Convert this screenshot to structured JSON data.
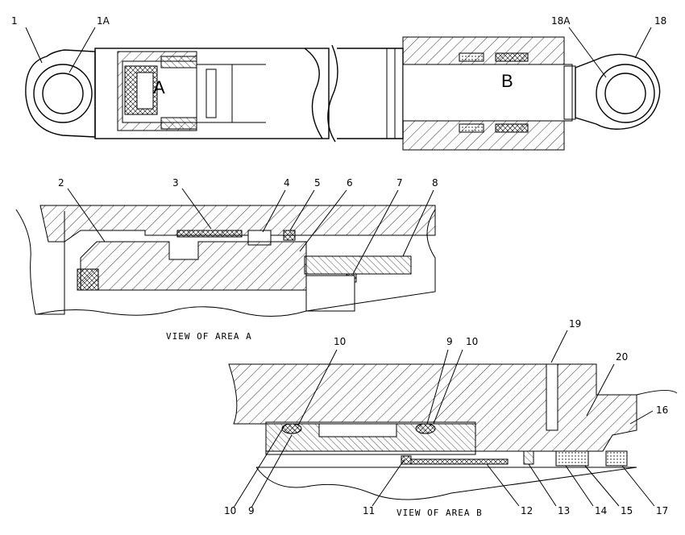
{
  "colors": {
    "ink": "#000000",
    "paper": "#ffffff"
  },
  "assembly": {
    "area_a_label": "A",
    "area_b_label": "B",
    "callouts": [
      "1",
      "1A",
      "18A",
      "18"
    ]
  },
  "view_a": {
    "caption": "VIEW OF AREA A",
    "callouts": [
      "2",
      "3",
      "4",
      "5",
      "6",
      "7",
      "8"
    ]
  },
  "view_b": {
    "caption": "VIEW OF AREA B",
    "callouts_top": [
      "10",
      "9",
      "10",
      "19",
      "20",
      "16"
    ],
    "callouts_bottom": [
      "10",
      "9",
      "11",
      "12",
      "13",
      "14",
      "15",
      "17"
    ]
  }
}
